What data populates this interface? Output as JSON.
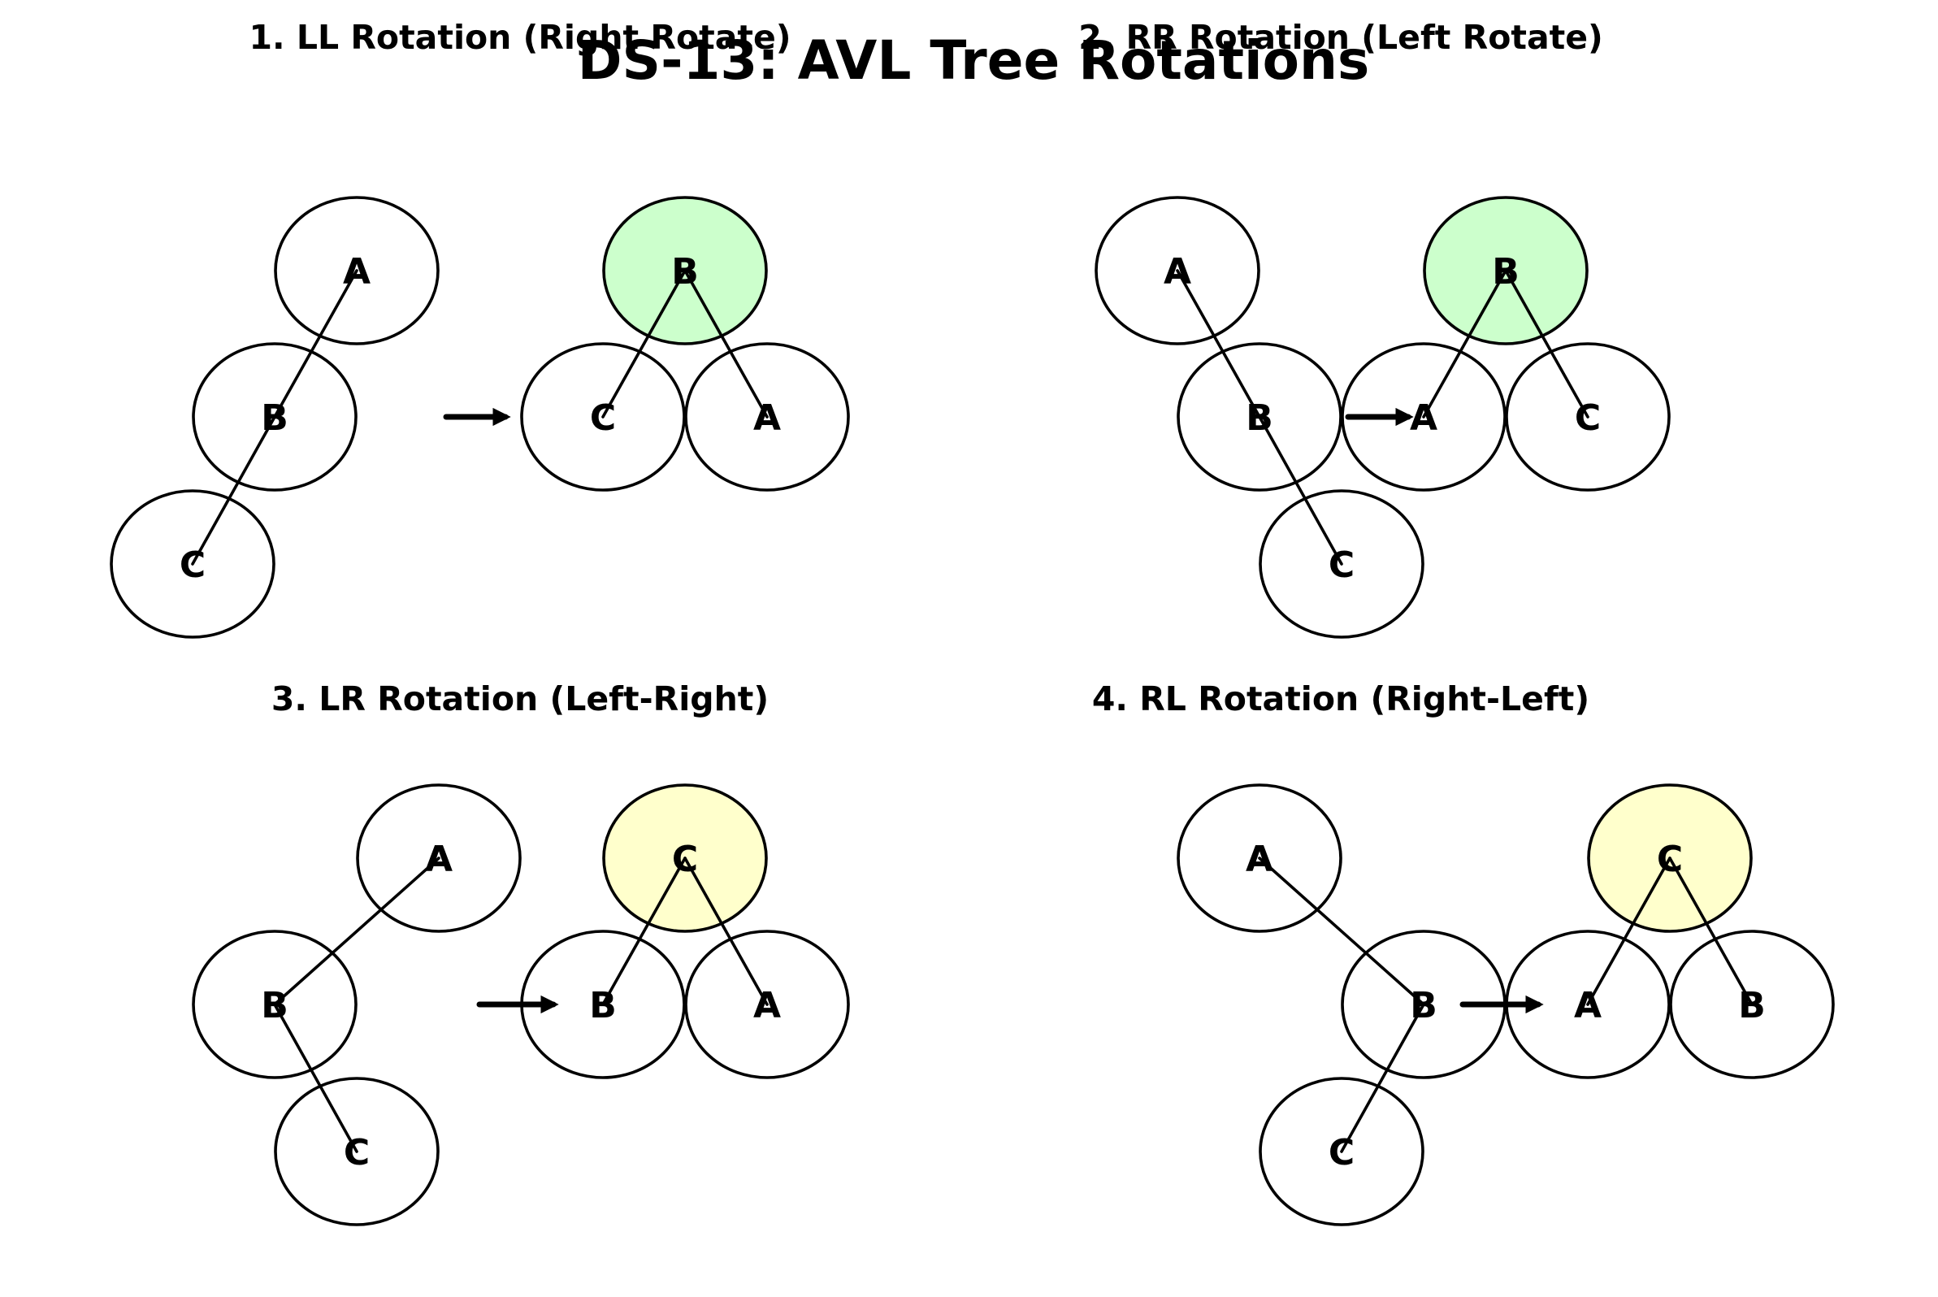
{
  "title": "DS-13: AVL Tree Rotations",
  "colors": {
    "node_fill": "#ffffff",
    "stroke": "#000000",
    "pivot_green": "#ccffcc",
    "pivot_yellow": "#ffffcc"
  },
  "panels": [
    {
      "title": "1. LL Rotation (Right Rotate)",
      "before": {
        "nodes": [
          "A",
          "B",
          "C"
        ],
        "edges": [
          [
            "A",
            "B"
          ],
          [
            "B",
            "C"
          ]
        ]
      },
      "after": {
        "root": "B",
        "left": "C",
        "right": "A",
        "root_color": "pivot_green"
      }
    },
    {
      "title": "2. RR Rotation (Left Rotate)",
      "before": {
        "nodes": [
          "A",
          "B",
          "C"
        ],
        "edges": [
          [
            "A",
            "B"
          ],
          [
            "B",
            "C"
          ]
        ]
      },
      "after": {
        "root": "B",
        "left": "A",
        "right": "C",
        "root_color": "pivot_green"
      }
    },
    {
      "title": "3. LR Rotation (Left-Right)",
      "before": {
        "nodes": [
          "A",
          "B",
          "C"
        ],
        "edges": [
          [
            "A",
            "B"
          ],
          [
            "B",
            "C"
          ]
        ]
      },
      "after": {
        "root": "C",
        "left": "B",
        "right": "A",
        "root_color": "pivot_yellow"
      }
    },
    {
      "title": "4. RL Rotation (Right-Left)",
      "before": {
        "nodes": [
          "A",
          "B",
          "C"
        ],
        "edges": [
          [
            "A",
            "B"
          ],
          [
            "B",
            "C"
          ]
        ]
      },
      "after": {
        "root": "C",
        "left": "A",
        "right": "B",
        "root_color": "pivot_yellow"
      }
    }
  ]
}
